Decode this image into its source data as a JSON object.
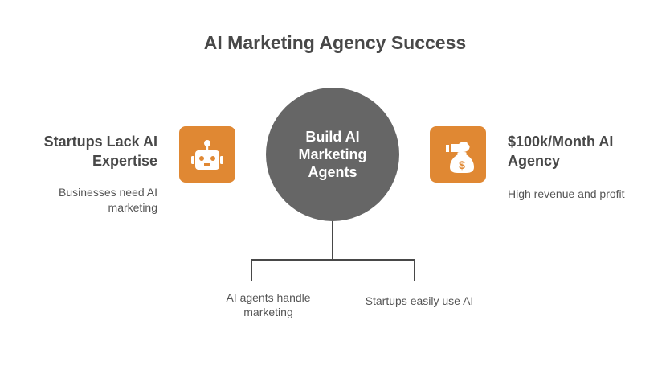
{
  "title": "AI Marketing Agency Success",
  "center": {
    "label": "Build AI Marketing Agents"
  },
  "left": {
    "heading": "Startups Lack AI Expertise",
    "description": "Businesses need AI marketing",
    "icon": "robot-icon"
  },
  "right": {
    "heading": "$100k/Month AI Agency",
    "description": "High revenue and profit",
    "icon": "money-bag-icon"
  },
  "branches": [
    {
      "label": "AI agents handle marketing"
    },
    {
      "label": "Startups easily use AI"
    }
  ],
  "colors": {
    "accent": "#e08833",
    "center_fill": "#666666",
    "text": "#484848",
    "connector": "#484848"
  }
}
